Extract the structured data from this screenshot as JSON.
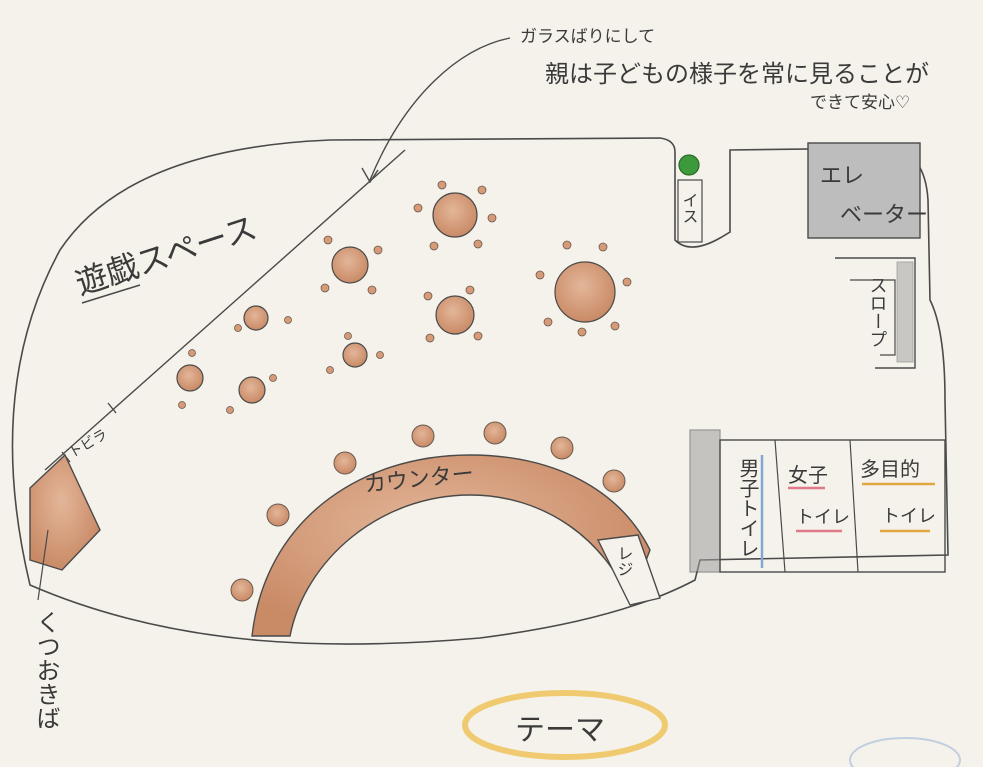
{
  "annotation": {
    "line1": "ガラスばりにして",
    "line2": "親は子どもの様子を常に見ることが",
    "line3": "できて安心♡"
  },
  "labels": {
    "play_space": "遊戯スペース",
    "door": "トビラ",
    "shoe_area": "くつおきば",
    "counter": "カウンター",
    "register": "レジ",
    "chair": "イス",
    "elevator_line1": "エレ",
    "elevator_line2": "ベーター",
    "slope": "スロープ",
    "mens_toilet": "男子トイレ",
    "womens_toilet_line1": "女子",
    "womens_toilet_line2": "トイレ",
    "multi_toilet_line1": "多目的",
    "multi_toilet_line2": "トイレ",
    "theme": "テーマ"
  },
  "colors": {
    "pencil": "#4a4a4a",
    "wood": "#c98a66",
    "wood_light": "#dcaf95",
    "elevator": "#bdbdbd",
    "chair_green": "#3c9a3c",
    "highlight_blue": "#7fa7d6",
    "highlight_pink": "#e07a8a",
    "highlight_orange": "#e0a640",
    "theme_circle": "#efc35c"
  }
}
